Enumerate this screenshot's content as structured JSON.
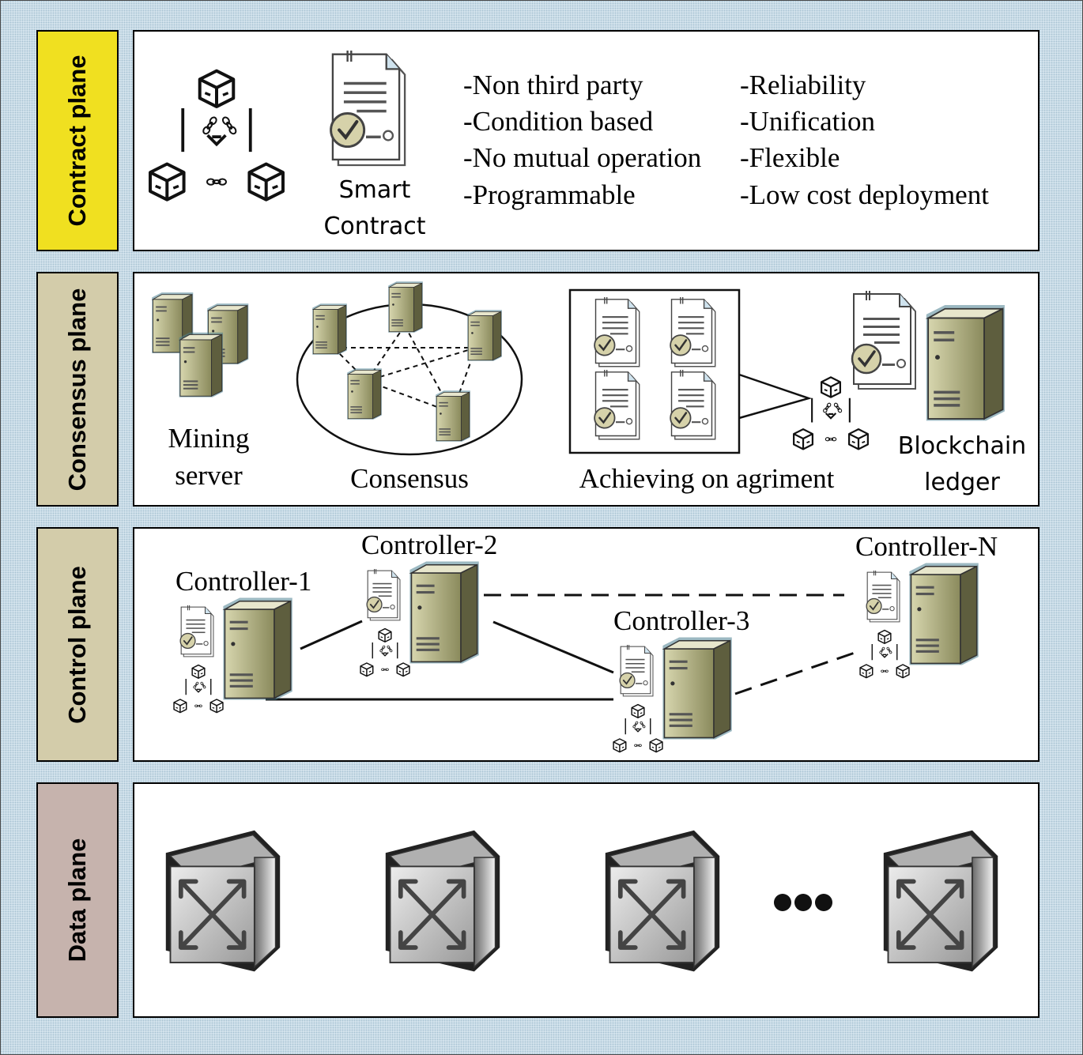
{
  "planes": [
    {
      "label": "Contract plane",
      "color": "#f0e020"
    },
    {
      "label": "Consensus plane",
      "color": "#d3ccaa"
    },
    {
      "label": "Control plane",
      "color": "#d3ccaa"
    },
    {
      "label": "Data plane",
      "color": "#c6b3ad"
    }
  ],
  "contract": {
    "smart_contract_line1": "Smart",
    "smart_contract_line2": "Contract",
    "features_left": [
      "-Non third party",
      "-Condition based",
      "-No mutual operation",
      "-Programmable"
    ],
    "features_right": [
      "-Reliability",
      "-Unification",
      "-Flexible",
      "-Low cost deployment"
    ]
  },
  "consensus": {
    "mining_line1": "Mining",
    "mining_line2": "server",
    "consensus_label": "Consensus",
    "agreement_label": "Achieving on agriment",
    "ledger_line1": "Blockchain",
    "ledger_line2": "ledger"
  },
  "control": {
    "controllers": [
      "Controller-1",
      "Controller-2",
      "Controller-3",
      "Controller-N"
    ]
  },
  "data": {
    "switch_count": 4,
    "ellipsis_icon": "ellipsis-icon"
  },
  "colors": {
    "server_face": "#b8b88a",
    "server_edge": "#4a7f90",
    "document_check": "#d6d2aa"
  }
}
